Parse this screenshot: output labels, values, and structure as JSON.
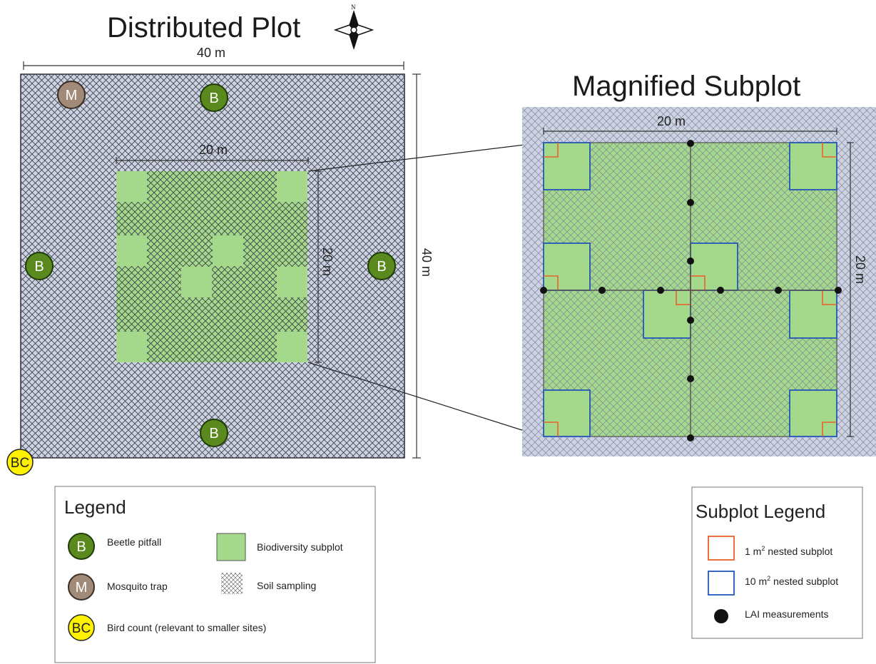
{
  "distributed_plot": {
    "title": "Distributed Plot",
    "compass_north": "N",
    "outer_width_label": "40 m",
    "outer_height_label": "40 m",
    "inner_width_label": "20 m",
    "inner_height_label": "20 m",
    "beetle_marker": "B",
    "mosquito_marker": "M",
    "bird_marker": "BC"
  },
  "magnified_subplot": {
    "title": "Magnified Subplot",
    "width_label": "20 m",
    "height_label": "20 m"
  },
  "legend": {
    "title": "Legend",
    "beetle_label": "Beetle pitfall",
    "mosquito_label": "Mosquito trap",
    "bird_label": "Bird count (relevant to smaller sites)",
    "biodiversity_label": "Biodiversity subplot",
    "soil_label": "Soil sampling"
  },
  "subplot_legend": {
    "title": "Subplot Legend",
    "nested_1_prefix": "1 m",
    "nested_1_sup": "2",
    "nested_1_suffix": " nested subplot",
    "nested_10_prefix": "10 m",
    "nested_10_sup": "2",
    "nested_10_suffix": " nested subplot",
    "lai_label": "LAI measurements"
  },
  "colors": {
    "plot_background": "#cdd3e3",
    "hatch": "#3a3d48",
    "subplot_green": "#a4d88b",
    "beetle_fill": "#5a8a1e",
    "mosquito_fill": "#a18a78",
    "bird_fill": "#fff200",
    "nested_1m_border": "#e8622c",
    "nested_10m_border": "#2356b8",
    "lai_dot": "#111111"
  }
}
